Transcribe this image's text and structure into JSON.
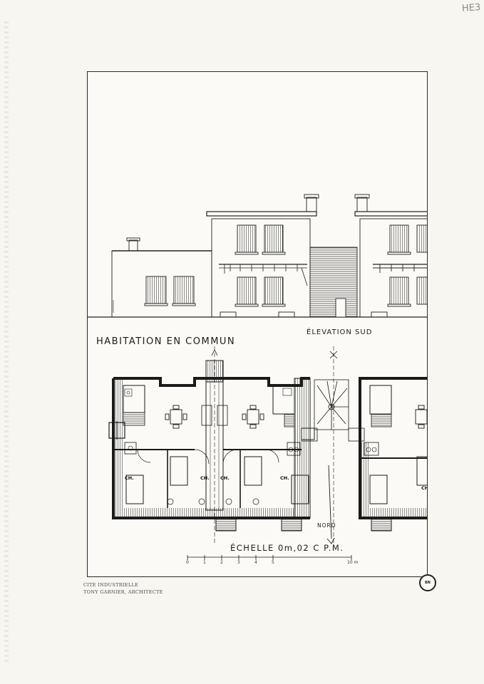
{
  "corner_mark": "HE3",
  "title": "HABITATION EN COMMUN",
  "elevation_label": "ÉLEVATION SUD",
  "north_label": "NORD",
  "scale": {
    "title": "ÉCHELLE 0m,02 C P.M.",
    "ticks": [
      "0",
      "1",
      "2",
      "3",
      "4",
      "5",
      "10 m"
    ]
  },
  "room_label": "CH.",
  "caption": {
    "line1": "CITE INDUSTRIELLE",
    "line2": "TONY GARNIER, ARCHITECTE"
  },
  "stamp_text": "BN",
  "colors": {
    "ink": "#1c1c1c",
    "paper": "#f7f6f1",
    "sheet": "#fbfaf6"
  }
}
